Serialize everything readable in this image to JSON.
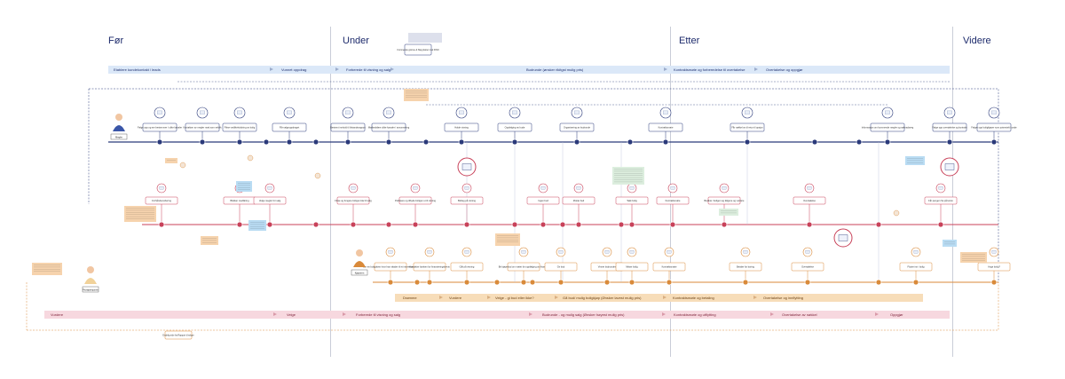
{
  "phases": [
    {
      "key": "for",
      "label": "Før"
    },
    {
      "key": "under",
      "label": "Under"
    },
    {
      "key": "etter",
      "label": "Etter"
    },
    {
      "key": "videre",
      "label": "Videre"
    }
  ],
  "top_band": {
    "segments": [
      {
        "label": "Etablere kundekontakt / leads"
      },
      {
        "label": "Vunnet oppdrag"
      },
      {
        "label": "Forberede til visning og salg"
      },
      {
        "label": "Budrunde (ønsker rikitgst mulig pris)"
      },
      {
        "label": "Kontraktsmøte og forberedelse til overtakelse"
      },
      {
        "label": "Overtakelse og oppgjør"
      }
    ]
  },
  "mid_band": {
    "segments": [
      {
        "label": "Drømme"
      },
      {
        "label": "Vurdere"
      },
      {
        "label": "Velge - gi bud eller ikke?"
      },
      {
        "label": "Gå bud/ mulig boligkjøp (Ønsker lavest mulig pris)"
      },
      {
        "label": "Kontraktsmøte og betaling"
      },
      {
        "label": "Overtakelse og innflytting"
      }
    ]
  },
  "bottom_band": {
    "segments": [
      {
        "label": "Vurdere"
      },
      {
        "label": "Velge"
      },
      {
        "label": "Forberede til visning og salg"
      },
      {
        "label": "Budrunde - og mulig salg (Ønsker høyest mulig pris)"
      },
      {
        "label": "Kontraktsmøte og utflytting"
      },
      {
        "label": "Overtakelse av nøkkel"
      },
      {
        "label": "Oppgjør"
      }
    ]
  },
  "actors": [
    {
      "key": "megler",
      "label": "Megler"
    },
    {
      "key": "kjoper",
      "label": "Kjøperen"
    },
    {
      "key": "privat",
      "label": "Privatpersjonen"
    }
  ],
  "steps_blue": [
    {
      "label": "Følge opp og ser bestemmer / ulike kanaler"
    },
    {
      "label": "Kontakten av megler møtt som selvlik"
    },
    {
      "label": "Fikse vedlikeholdning av bolig"
    },
    {
      "label": "Får salgsoppdraget"
    },
    {
      "label": "Bestemt innhold til tilstandsrapport"
    },
    {
      "label": "Markedsføre ulike kanaler / annonsering"
    },
    {
      "label": "Holde visning"
    },
    {
      "label": "Oppfølging av bude"
    },
    {
      "label": "Organisering av budrunde"
    },
    {
      "label": "Kontraktsmøte"
    },
    {
      "label": "Får nøkkel av til retur til opsjon"
    },
    {
      "label": "Informasjon om kommende megler og søknadsveg"
    },
    {
      "label": "Følge opp overtakelse og kontrakt"
    },
    {
      "label": "Følger opp boligkjøper som potensielt kunde"
    }
  ],
  "steps_red": [
    {
      "label": "Forhåndsvurdering"
    },
    {
      "label": "Blokker medføring"
    },
    {
      "label": "Velge megler for salg"
    },
    {
      "label": "Fikse og fungere boligen klar til salg"
    },
    {
      "label": "Publisere og tilbyde boligen ut til visning"
    },
    {
      "label": "Bidrag på visning"
    },
    {
      "label": "Ingen bud"
    },
    {
      "label": "Mottar bud"
    },
    {
      "label": "Takk bolig"
    },
    {
      "label": "Kontraktsmøte"
    },
    {
      "label": "Besikte i boligen og følgene og vurdere"
    },
    {
      "label": "Overtakelse"
    },
    {
      "label": "Får pengen fra på konto"
    }
  ],
  "steps_orange": [
    {
      "label": "Ser en boligdrøm hvor han skader til et interessant på"
    },
    {
      "label": "Kontakter banken for finansieringsbevis"
    },
    {
      "label": "Går på visning"
    },
    {
      "label": "Bir kjøpebud om møtet for oppfølging av finansiel"
    },
    {
      "label": "Gir bud"
    },
    {
      "label": "Vinner budrunden"
    },
    {
      "label": "Mister bolig"
    },
    {
      "label": "Kontraktsmøte"
    },
    {
      "label": "Betaler for boring"
    },
    {
      "label": "Overtakelse"
    },
    {
      "label": "Flytter inn i bolig"
    },
    {
      "label": "Ange bolig?"
    }
  ],
  "top_note": {
    "label": "Kommende grønne & Slag platter med FINN"
  },
  "bottom_note": {
    "label": "Endelig side fra Rapport til selger"
  },
  "colors": {
    "navy": "#2b3a7a",
    "red": "#c8425a",
    "orange": "#d98a3a",
    "pale_blue": "#dbe8f8",
    "pale_orange": "#f7ddb9",
    "pale_pink": "#f7d8df"
  }
}
